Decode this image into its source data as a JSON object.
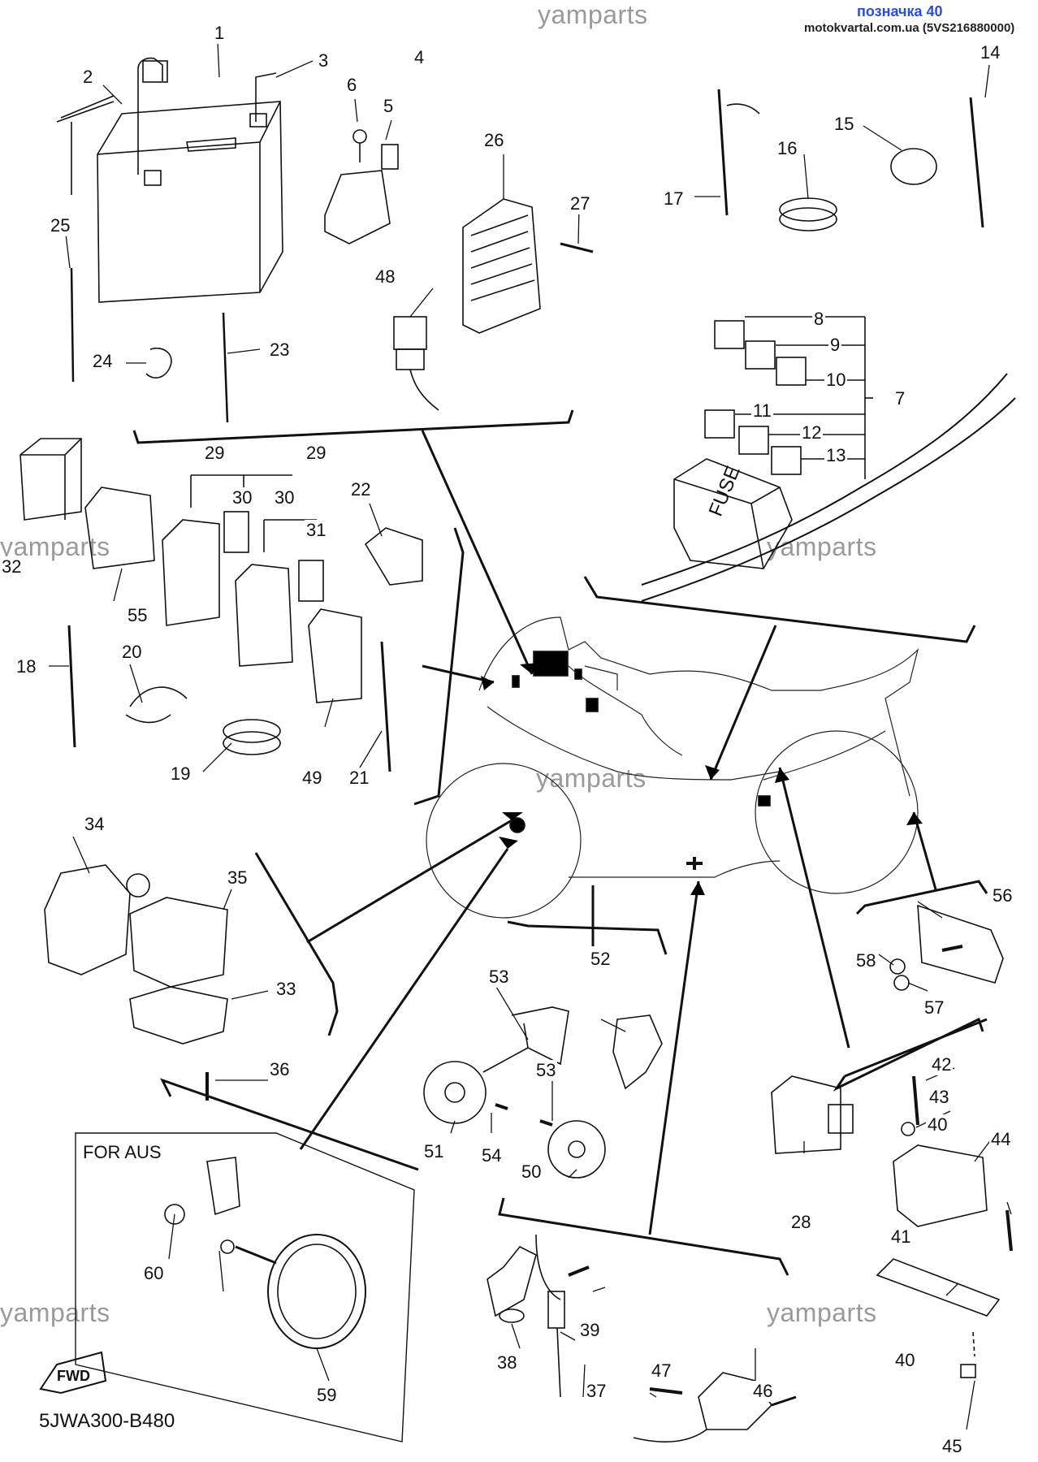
{
  "header": {
    "watermark_top": "yamparts",
    "title": "позначка 40",
    "source": "motokvartal.com.ua (5VS216880000)"
  },
  "watermarks": [
    "yamparts",
    "yamparts",
    "yamparts",
    "yamparts",
    "yamparts",
    "yamparts"
  ],
  "diagram_code": "5JWA300-B480",
  "inset_label": "FOR AUS",
  "fwd_label": "FWD",
  "fuse_label": "FUSE",
  "callouts": [
    "1",
    "2",
    "3",
    "4",
    "5",
    "6",
    "7",
    "8",
    "9",
    "10",
    "11",
    "12",
    "13",
    "14",
    "15",
    "16",
    "17",
    "18",
    "19",
    "20",
    "21",
    "22",
    "23",
    "24",
    "25",
    "26",
    "27",
    "28",
    "29",
    "29",
    "30",
    "30",
    "31",
    "32",
    "33",
    "34",
    "35",
    "36",
    "37",
    "38",
    "39",
    "40",
    "40",
    "41",
    "42",
    "43",
    "44",
    "45",
    "46",
    "47",
    "48",
    "49",
    "50",
    "51",
    "52",
    "53",
    "53",
    "54",
    "55",
    "56",
    "57",
    "58",
    "59",
    "60"
  ]
}
